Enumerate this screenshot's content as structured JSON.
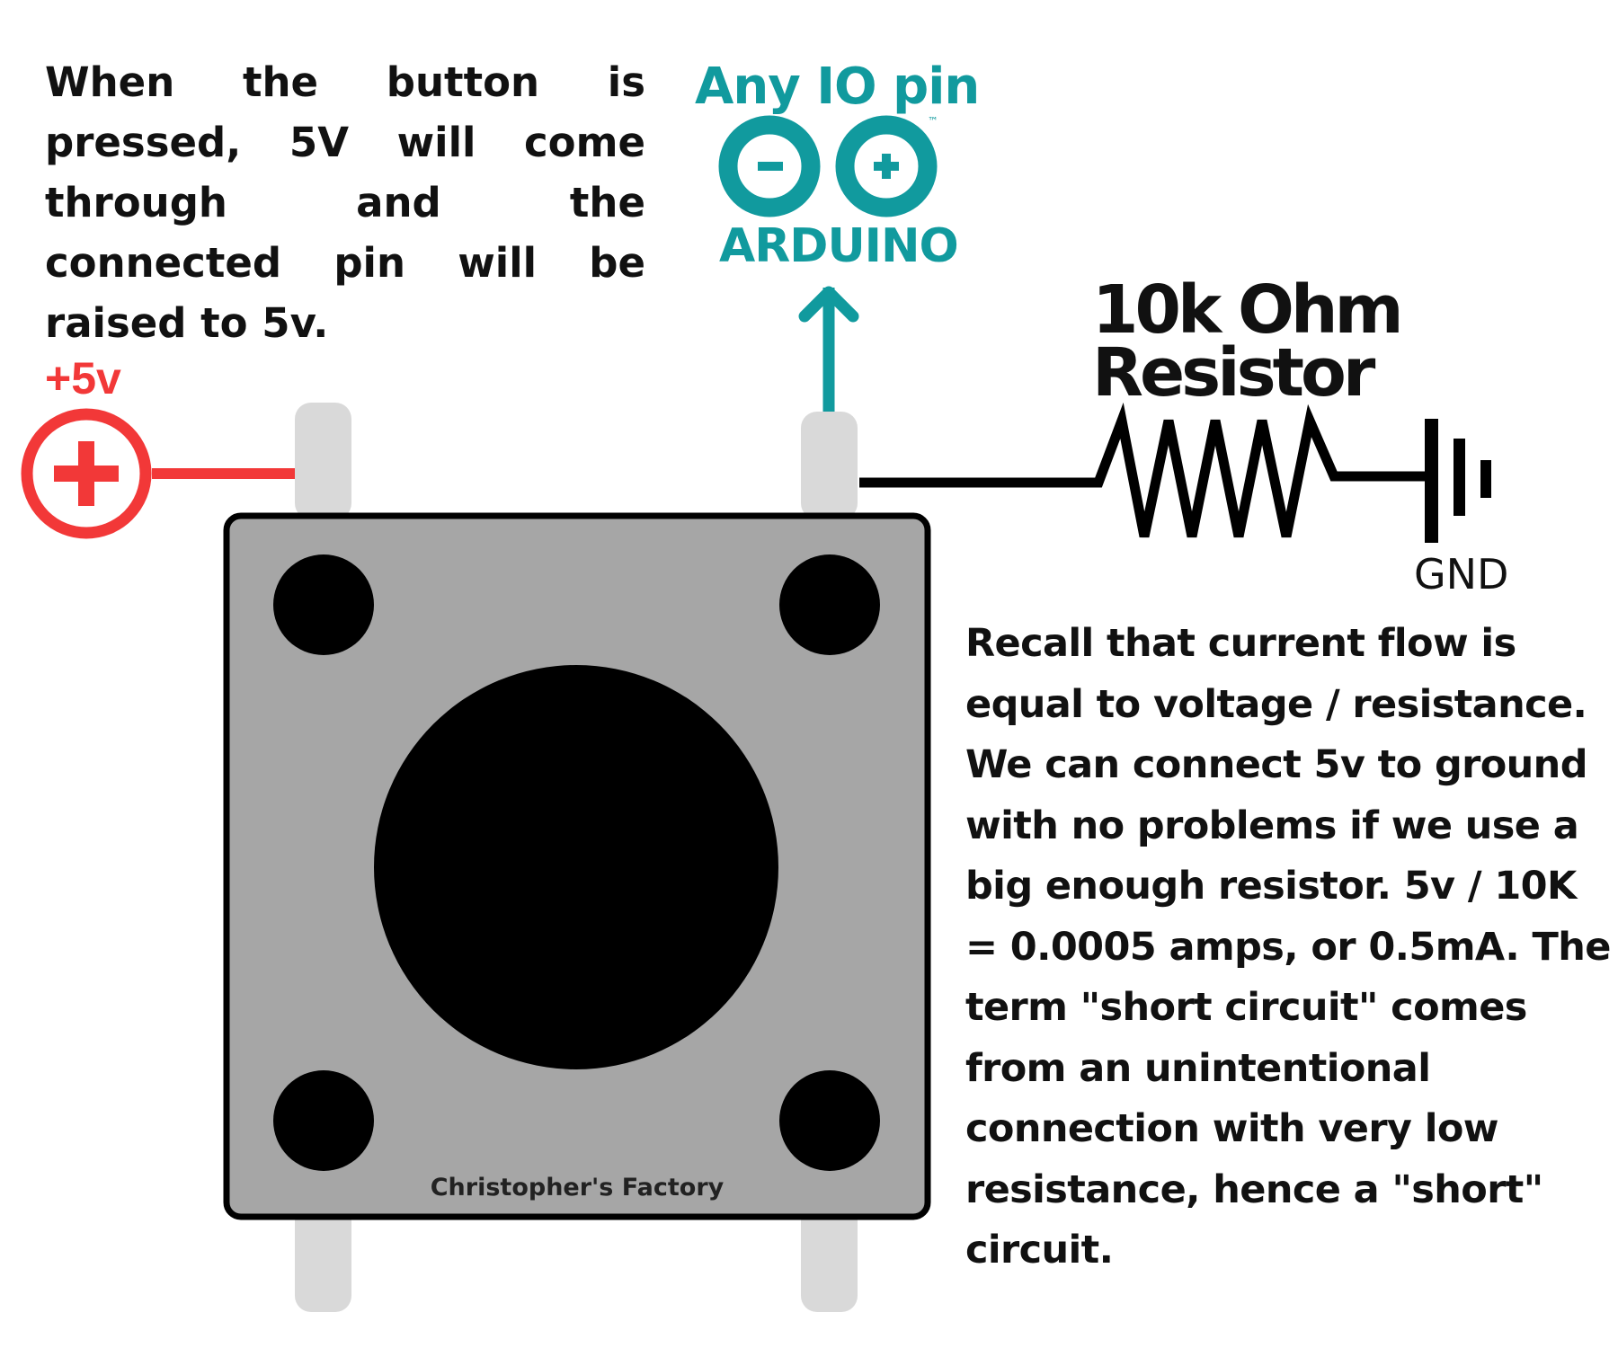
{
  "notes": {
    "left": "When the button is pressed, 5V will come through and the connected pin will be raised to 5v.",
    "right": "Recall that current flow is equal to voltage / resistance. We can connect 5v to ground with no problems if we use a big enough resistor. 5v / 10K = 0.0005 amps, or 0.5mA. The term \"short circuit\" comes from an unintentional connection with very low resistance, hence a \"short\" circuit."
  },
  "labels": {
    "supply": "+5v",
    "io_pin": "Any IO pin",
    "arduino": "ARDUINO",
    "trademark": "™",
    "resistor_line1": "10k Ohm",
    "resistor_line2": "Resistor",
    "ground": "GND",
    "brand": "Christopher's Factory"
  },
  "icons": {
    "supply": "plus-circle-icon",
    "arduino": "arduino-infinity-logo",
    "arrow": "arrow-up-icon",
    "resistor": "resistor-zigzag-symbol",
    "ground": "ground-symbol"
  },
  "colors": {
    "supply_red": "#f23838",
    "arduino_teal": "#119a9e",
    "button_body": "#a6a6a6",
    "pin_gray": "#d9d9d9",
    "wire_black": "#000000"
  }
}
